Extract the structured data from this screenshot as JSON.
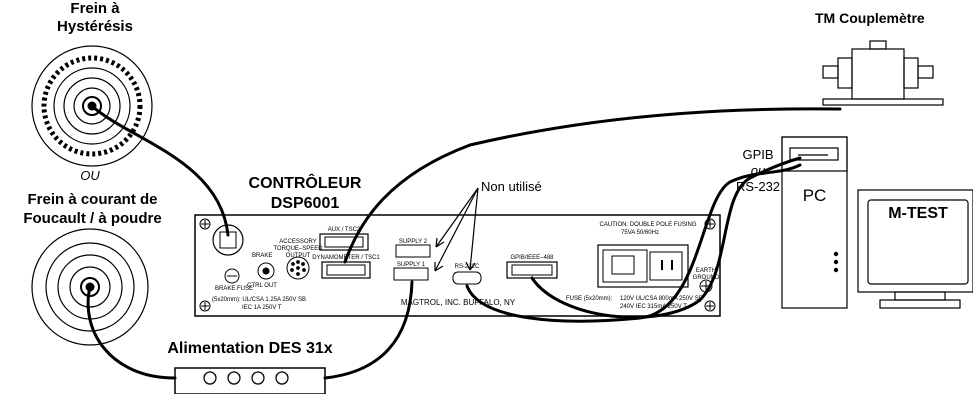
{
  "labels": {
    "hyst_brake_l1": "Frein à",
    "hyst_brake_l2": "Hystérésis",
    "ou": "OU",
    "eddy_brake_l1": "Frein à courant de",
    "eddy_brake_l2": "Foucault / à poudre",
    "controller_l1": "CONTRÔLEUR",
    "controller_l2": "DSP6001",
    "non_utilise": "Non utilisé",
    "torque_meter": "TM Couplemètre",
    "gpib": "GPIB",
    "ou_small": "ou",
    "rs232": "RS-232",
    "pc": "PC",
    "mtest": "M-TEST",
    "power_supply": "Alimentation DES 31x",
    "power_circles": "O O O O"
  },
  "panel": {
    "brake": "BRAKE",
    "ctrl_out": "CTRL OUT",
    "accessory_l1": "ACCESSORY",
    "accessory_l2": "TORQUE–SPEED",
    "accessory_l3": "OUTPUT",
    "aux_tsc2": "AUX / TSC2",
    "dyno_tsc1": "DYNAMOMETER / TSC1",
    "supply2": "SUPPLY 2",
    "supply1": "SUPPLY 1",
    "rs232c": "RS-232C",
    "gpib_ieee": "GPIB/IEEE–488",
    "caution_l1": "CAUTION: DOUBLE POLE FUSING",
    "caution_l2": "75VA 50/60Hz",
    "brake_fuse": "BRAKE FUSE",
    "fuse_l1": "(5x20mm):  UL/CSA  1.25A  250V  SB",
    "fuse_l2": "IEC  1A  250V  T",
    "maker": "MAGTROL, INC.   BUFFALO, NY",
    "fuse_right_prefix": "FUSE (5x20mm):",
    "fuse_r1": "120V  UL/CSA  800mA  250V  SB",
    "fuse_r2": "240V  IEC  315mA  250V  T",
    "earth_l1": "EARTH",
    "earth_l2": "GROUND"
  }
}
